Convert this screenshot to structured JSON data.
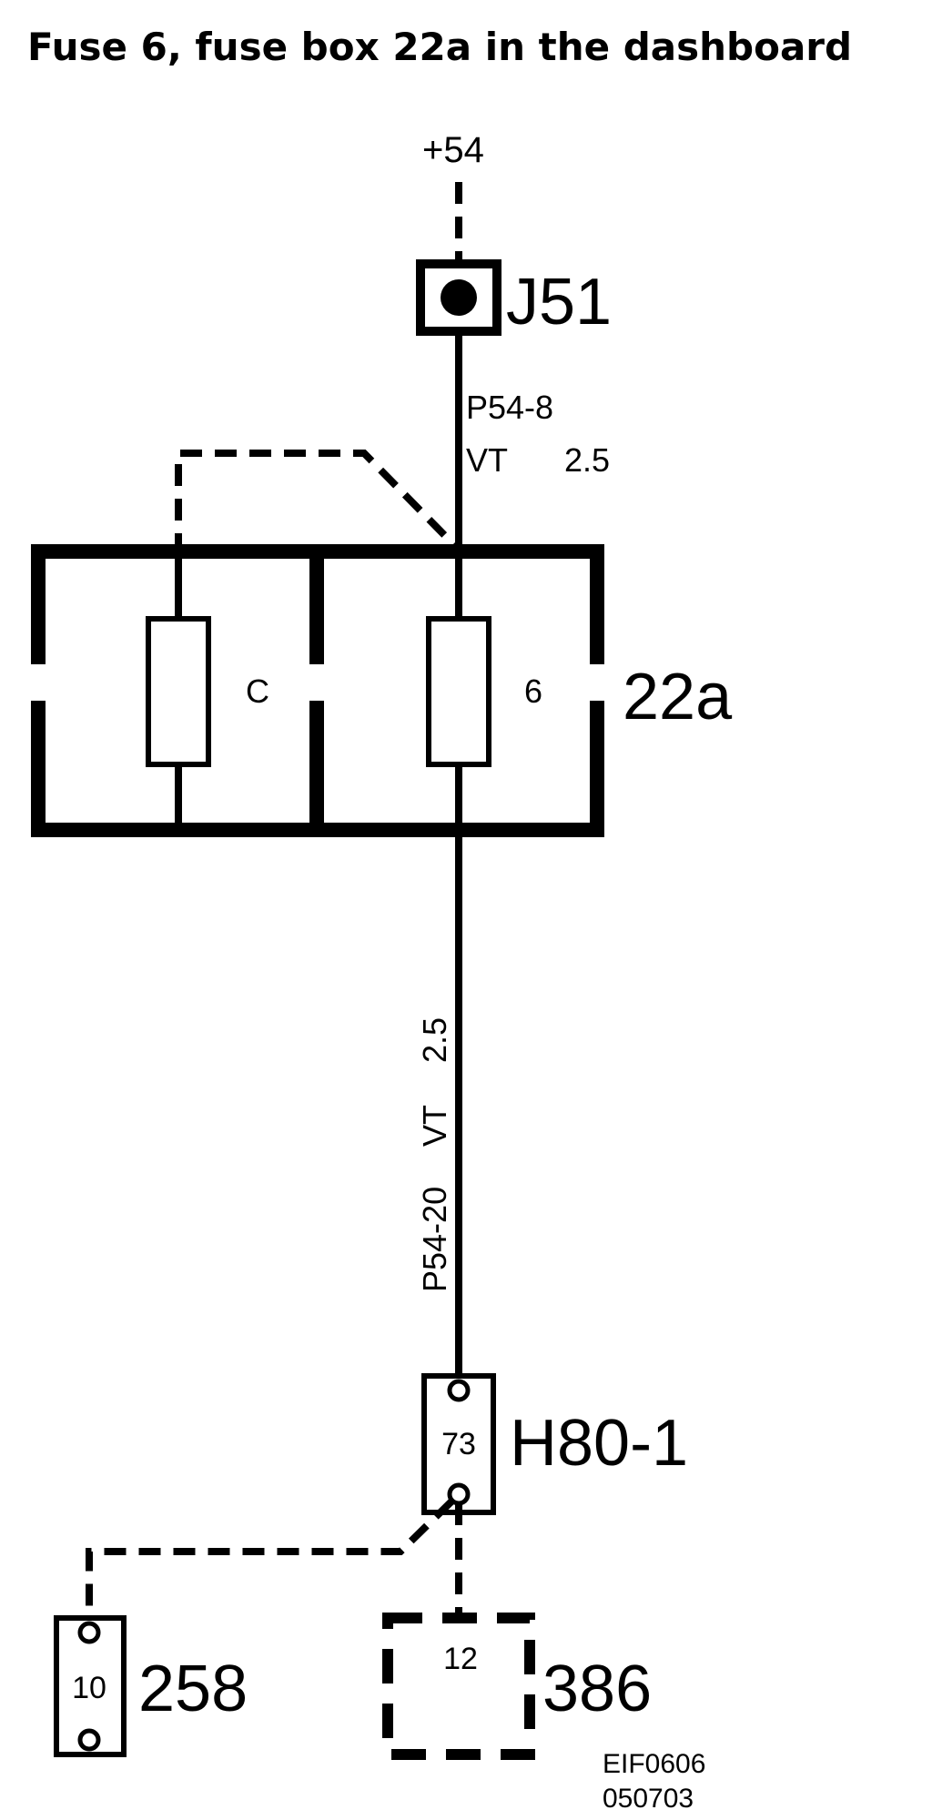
{
  "title": "Fuse 6, fuse box 22a in the dashboard",
  "supply": {
    "label": "+54"
  },
  "junction": {
    "label": "J51"
  },
  "upper_wire": {
    "id": "P54-8",
    "color": "VT",
    "size": "2.5"
  },
  "fuse_box": {
    "label": "22a",
    "fuses": [
      {
        "label": "C"
      },
      {
        "label": "6"
      }
    ]
  },
  "lower_wire": {
    "id": "P54-20",
    "color": "VT",
    "size": "2.5"
  },
  "connector_h80": {
    "label": "H80-1",
    "pin": "73"
  },
  "connector_258": {
    "label": "258",
    "pin": "10"
  },
  "connector_386": {
    "label": "386",
    "pin": "12"
  },
  "drawing_ref": {
    "code": "EIF0606",
    "date": "050703"
  }
}
